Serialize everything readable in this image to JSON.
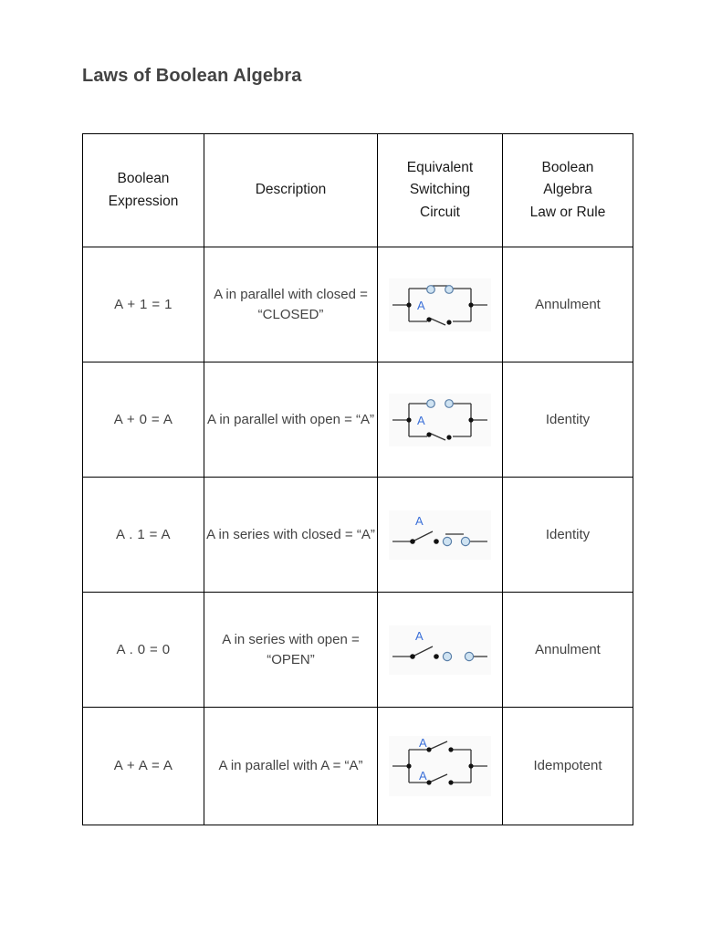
{
  "document": {
    "title": "Laws of Boolean Algebra"
  },
  "colors": {
    "text": "#434343",
    "border": "#000000",
    "switch_label": "#3a6fd8",
    "terminal_fill": "#cfe3f2",
    "circuit_bg": "#fafafa",
    "wire": "#333333"
  },
  "table": {
    "headers": [
      "Boolean\nExpression",
      "Description",
      "Equivalent\nSwitching\nCircuit",
      "Boolean\nAlgebra\nLaw or Rule"
    ],
    "headers_flat": {
      "expression": "Boolean Expression",
      "description": "Description",
      "circuit": "Equivalent Switching Circuit",
      "law": "Boolean Algebra Law or Rule"
    },
    "rows": [
      {
        "expression": "A + 1 = 1",
        "description": "A in parallel with closed = “CLOSED”",
        "circuit_type": "parallel-closed",
        "circuit_label": "A",
        "law": "Annulment"
      },
      {
        "expression": "A + 0 = A",
        "description": "A in parallel with open = “A”",
        "circuit_type": "parallel-open",
        "circuit_label": "A",
        "law": "Identity"
      },
      {
        "expression": "A . 1 = A",
        "description": "A in series with closed = “A”",
        "circuit_type": "series-closed",
        "circuit_label": "A",
        "law": "Identity"
      },
      {
        "expression": "A . 0 = 0",
        "description": "A in series with open = “OPEN”",
        "circuit_type": "series-open",
        "circuit_label": "A",
        "law": "Annulment"
      },
      {
        "expression": "A + A = A",
        "description": "A in parallel with A = “A”",
        "circuit_type": "parallel-AA",
        "circuit_label_top": "A",
        "circuit_label_bottom": "A",
        "law": "Idempotent"
      }
    ]
  }
}
